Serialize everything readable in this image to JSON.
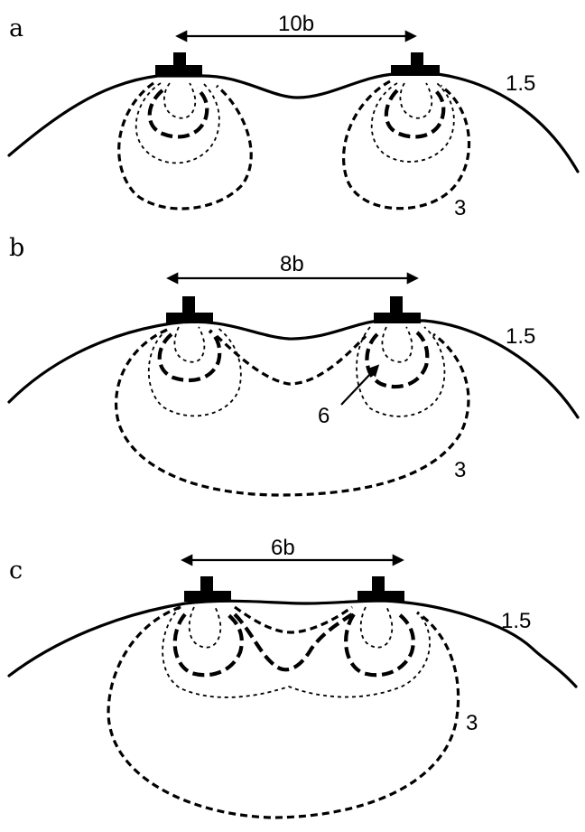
{
  "panels": [
    {
      "letter": "a",
      "spacing": "10b",
      "contour_labels": [
        "1.5",
        "3"
      ]
    },
    {
      "letter": "b",
      "spacing": "8b",
      "contour_labels": [
        "1.5",
        "3",
        "6"
      ]
    },
    {
      "letter": "c",
      "spacing": "6b",
      "contour_labels": [
        "1.5",
        "3"
      ]
    }
  ]
}
